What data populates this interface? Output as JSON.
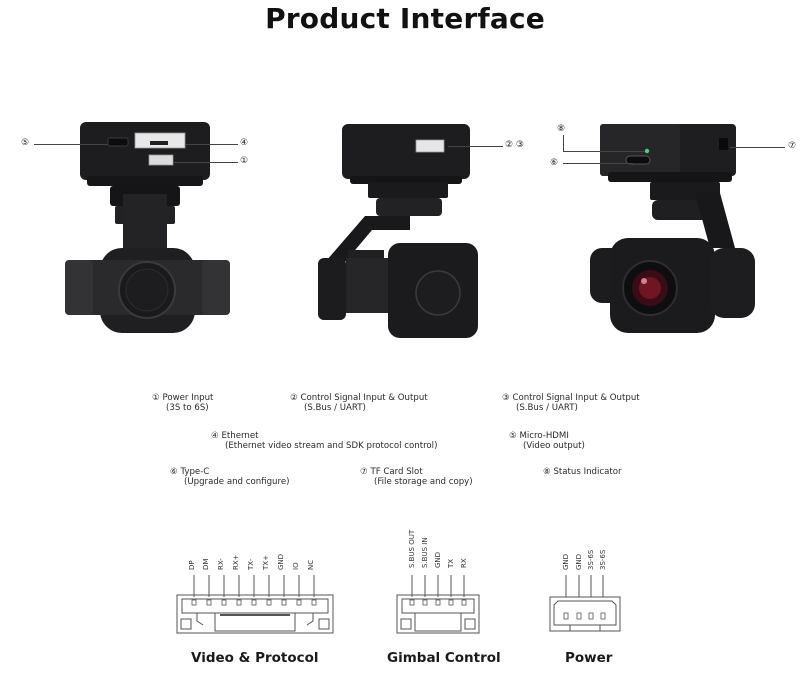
{
  "title": "Product Interface",
  "views": {
    "left": {
      "callouts": [
        {
          "id": "5",
          "glyph": "⑤",
          "side": "left",
          "target": "micro-hdmi-port"
        },
        {
          "id": "4",
          "glyph": "④",
          "side": "right",
          "target": "ethernet-port"
        },
        {
          "id": "1",
          "glyph": "①",
          "side": "right",
          "target": "power-input-port"
        }
      ]
    },
    "middle": {
      "callouts": [
        {
          "id": "2-3",
          "glyph": "② ③",
          "side": "right",
          "target": "control-signal-port"
        }
      ]
    },
    "right": {
      "callouts": [
        {
          "id": "8",
          "glyph": "⑧",
          "side": "left",
          "target": "status-indicator"
        },
        {
          "id": "6",
          "glyph": "⑥",
          "side": "left",
          "target": "type-c-port"
        },
        {
          "id": "7",
          "glyph": "⑦",
          "side": "right",
          "target": "tf-card-slot"
        }
      ]
    }
  },
  "legend": [
    {
      "glyph": "①",
      "name": "Power Input",
      "detail": "(3S to 6S)"
    },
    {
      "glyph": "②",
      "name": "Control Signal Input & Output",
      "detail": "(S.Bus / UART)"
    },
    {
      "glyph": "③",
      "name": "Control Signal Input & Output",
      "detail": "(S.Bus / UART)"
    },
    {
      "glyph": "④",
      "name": "Ethernet",
      "detail": "(Ethernet video stream and SDK protocol control)"
    },
    {
      "glyph": "⑤",
      "name": "Micro-HDMI",
      "detail": "(Video output)"
    },
    {
      "glyph": "⑥",
      "name": "Type-C",
      "detail": "(Upgrade and configure)"
    },
    {
      "glyph": "⑦",
      "name": "TF Card Slot",
      "detail": "(File storage and copy)"
    },
    {
      "glyph": "⑧",
      "name": "Status Indicator",
      "detail": ""
    }
  ],
  "connectors": [
    {
      "name": "Video & Protocol",
      "pins": [
        "DP",
        "DM",
        "RX-",
        "RX+",
        "TX-",
        "TX+",
        "GND",
        "IO",
        "NC"
      ]
    },
    {
      "name": "Gimbal Control",
      "pins": [
        "S.BUS OUT",
        "S.BUS IN",
        "GND",
        "TX",
        "RX"
      ]
    },
    {
      "name": "Power",
      "pins": [
        "GND",
        "GND",
        "3S-6S",
        "3S-6S"
      ]
    }
  ],
  "colors": {
    "body": "#1c1c1e",
    "status_led": "#3fd28a",
    "lens_glow": "#8a1a2a"
  }
}
